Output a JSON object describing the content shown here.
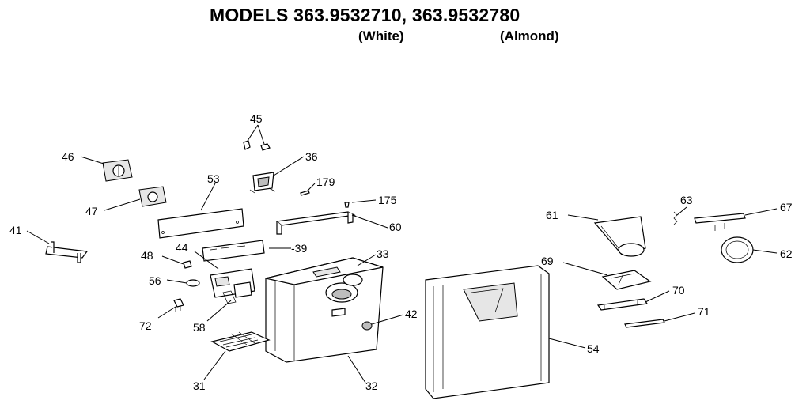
{
  "title": {
    "models": "MODELS 363.9532710, 363.9532780",
    "white": "(White)",
    "almond": "(Almond)"
  },
  "labels": {
    "p45": "45",
    "p46": "46",
    "p36": "36",
    "p53": "53",
    "p179": "179",
    "p175": "175",
    "p47": "47",
    "p41": "41",
    "p60": "60",
    "p48": "48",
    "p44": "44",
    "p39": "-39",
    "p33": "33",
    "p56": "56",
    "p72": "72",
    "p58": "58",
    "p42": "42",
    "p31": "31",
    "p32": "32",
    "p54": "54",
    "p61": "61",
    "p63": "63",
    "p67": "67",
    "p62": "62",
    "p69": "69",
    "p70": "70",
    "p71": "71"
  }
}
